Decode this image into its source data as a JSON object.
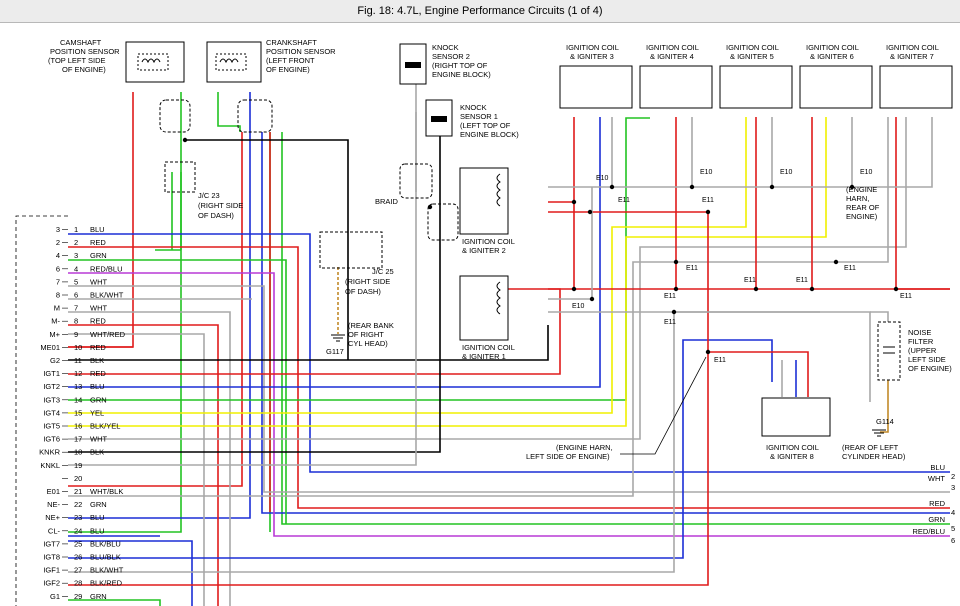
{
  "title": "Fig. 18: 4.7L, Engine Performance Circuits (1 of 4)",
  "components": {
    "cam_sensor": [
      "CAMSHAFT",
      "POSITION SENSOR",
      "(TOP LEFT SIDE",
      "OF ENGINE)"
    ],
    "crank_sensor": [
      "CRANKSHAFT",
      "POSITION SENSOR",
      "(LEFT FRONT",
      "OF ENGINE)"
    ],
    "knock2": [
      "KNOCK",
      "SENSOR 2",
      "(RIGHT TOP OF",
      "ENGINE BLOCK)"
    ],
    "knock1": [
      "KNOCK",
      "SENSOR 1",
      "(LEFT TOP OF",
      "ENGINE BLOCK)"
    ],
    "coil3": [
      "IGNITION COIL",
      "& IGNITER 3"
    ],
    "coil4": [
      "IGNITION COIL",
      "& IGNITER 4"
    ],
    "coil5": [
      "IGNITION COIL",
      "& IGNITER 5"
    ],
    "coil6": [
      "IGNITION COIL",
      "& IGNITER 6"
    ],
    "coil7": [
      "IGNITION COIL",
      "& IGNITER 7"
    ],
    "coil2": [
      "IGNITION COIL",
      "& IGNITER 2"
    ],
    "coil1": [
      "IGNITION COIL",
      "& IGNITER 1"
    ],
    "coil8": [
      "IGNITION COIL",
      "& IGNITER 8"
    ],
    "jc23": [
      "J/C 23",
      "(RIGHT SIDE",
      "OF DASH)"
    ],
    "jc25": [
      "J/C 25",
      "(RIGHT SIDE",
      "OF DASH)"
    ],
    "g117_note": [
      "(REAR BANK",
      "OF RIGHT",
      "CYL HEAD)"
    ],
    "g117": "G117",
    "engine_harn_right": [
      "(ENGINE",
      "HARN,",
      "REAR OF",
      "ENGINE)"
    ],
    "noise_filter": [
      "NOISE",
      "FILTER",
      "(UPPER",
      "LEFT SIDE",
      "OF ENGINE)"
    ],
    "g114": "G114",
    "g114_note": [
      "(REAR OF LEFT",
      "CYLINDER HEAD)"
    ],
    "engine_harn_left": [
      "(ENGINE HARN,",
      "LEFT SIDE OF ENGINE)"
    ],
    "braid": "BRAID"
  },
  "ecm_pins": [
    {
      "name": "3",
      "num": "1",
      "color": "BLU"
    },
    {
      "name": "2",
      "num": "2",
      "color": "RED"
    },
    {
      "name": "4",
      "num": "3",
      "color": "GRN"
    },
    {
      "name": "6",
      "num": "4",
      "color": "RED/BLU"
    },
    {
      "name": "7",
      "num": "5",
      "color": "WHT"
    },
    {
      "name": "8",
      "num": "6",
      "color": "BLK/WHT"
    },
    {
      "name": "M",
      "num": "7",
      "color": "WHT"
    },
    {
      "name": "M-",
      "num": "8",
      "color": "RED"
    },
    {
      "name": "M+",
      "num": "9",
      "color": "WHT/RED"
    },
    {
      "name": "ME01",
      "num": "10",
      "color": "RED"
    },
    {
      "name": "G2",
      "num": "11",
      "color": "BLK"
    },
    {
      "name": "IGT1",
      "num": "12",
      "color": "RED"
    },
    {
      "name": "IGT2",
      "num": "13",
      "color": "BLU"
    },
    {
      "name": "IGT3",
      "num": "14",
      "color": "GRN"
    },
    {
      "name": "IGT4",
      "num": "15",
      "color": "YEL"
    },
    {
      "name": "IGT5",
      "num": "16",
      "color": "BLK/YEL"
    },
    {
      "name": "IGT6",
      "num": "17",
      "color": "WHT"
    },
    {
      "name": "KNKR",
      "num": "18",
      "color": "BLK"
    },
    {
      "name": "KNKL",
      "num": "19",
      "color": ""
    },
    {
      "name": "",
      "num": "20",
      "color": ""
    },
    {
      "name": "E01",
      "num": "21",
      "color": "WHT/BLK"
    },
    {
      "name": "NE-",
      "num": "22",
      "color": "GRN"
    },
    {
      "name": "NE+",
      "num": "23",
      "color": "BLU"
    },
    {
      "name": "CL-",
      "num": "24",
      "color": "BLU"
    },
    {
      "name": "IGT7",
      "num": "25",
      "color": "BLK/BLU"
    },
    {
      "name": "IGT8",
      "num": "26",
      "color": "BLU/BLK"
    },
    {
      "name": "IGF1",
      "num": "27",
      "color": "BLK/WHT"
    },
    {
      "name": "IGF2",
      "num": "28",
      "color": "BLK/RED"
    },
    {
      "name": "G1",
      "num": "29",
      "color": "GRN"
    }
  ],
  "right_exits": [
    {
      "color": "BLU",
      "num": "2"
    },
    {
      "color": "WHT",
      "num": "3"
    },
    {
      "color": "RED",
      "num": "4"
    },
    {
      "color": "GRN",
      "num": "5"
    },
    {
      "color": "RED/BLU",
      "num": "6"
    }
  ],
  "colors": {
    "blue": "#1c2fd6",
    "red": "#e01b1b",
    "green": "#22c322",
    "yellow": "#f0f000",
    "purple": "#b93ad6",
    "gray": "#a8a8a8",
    "black": "#000000"
  }
}
